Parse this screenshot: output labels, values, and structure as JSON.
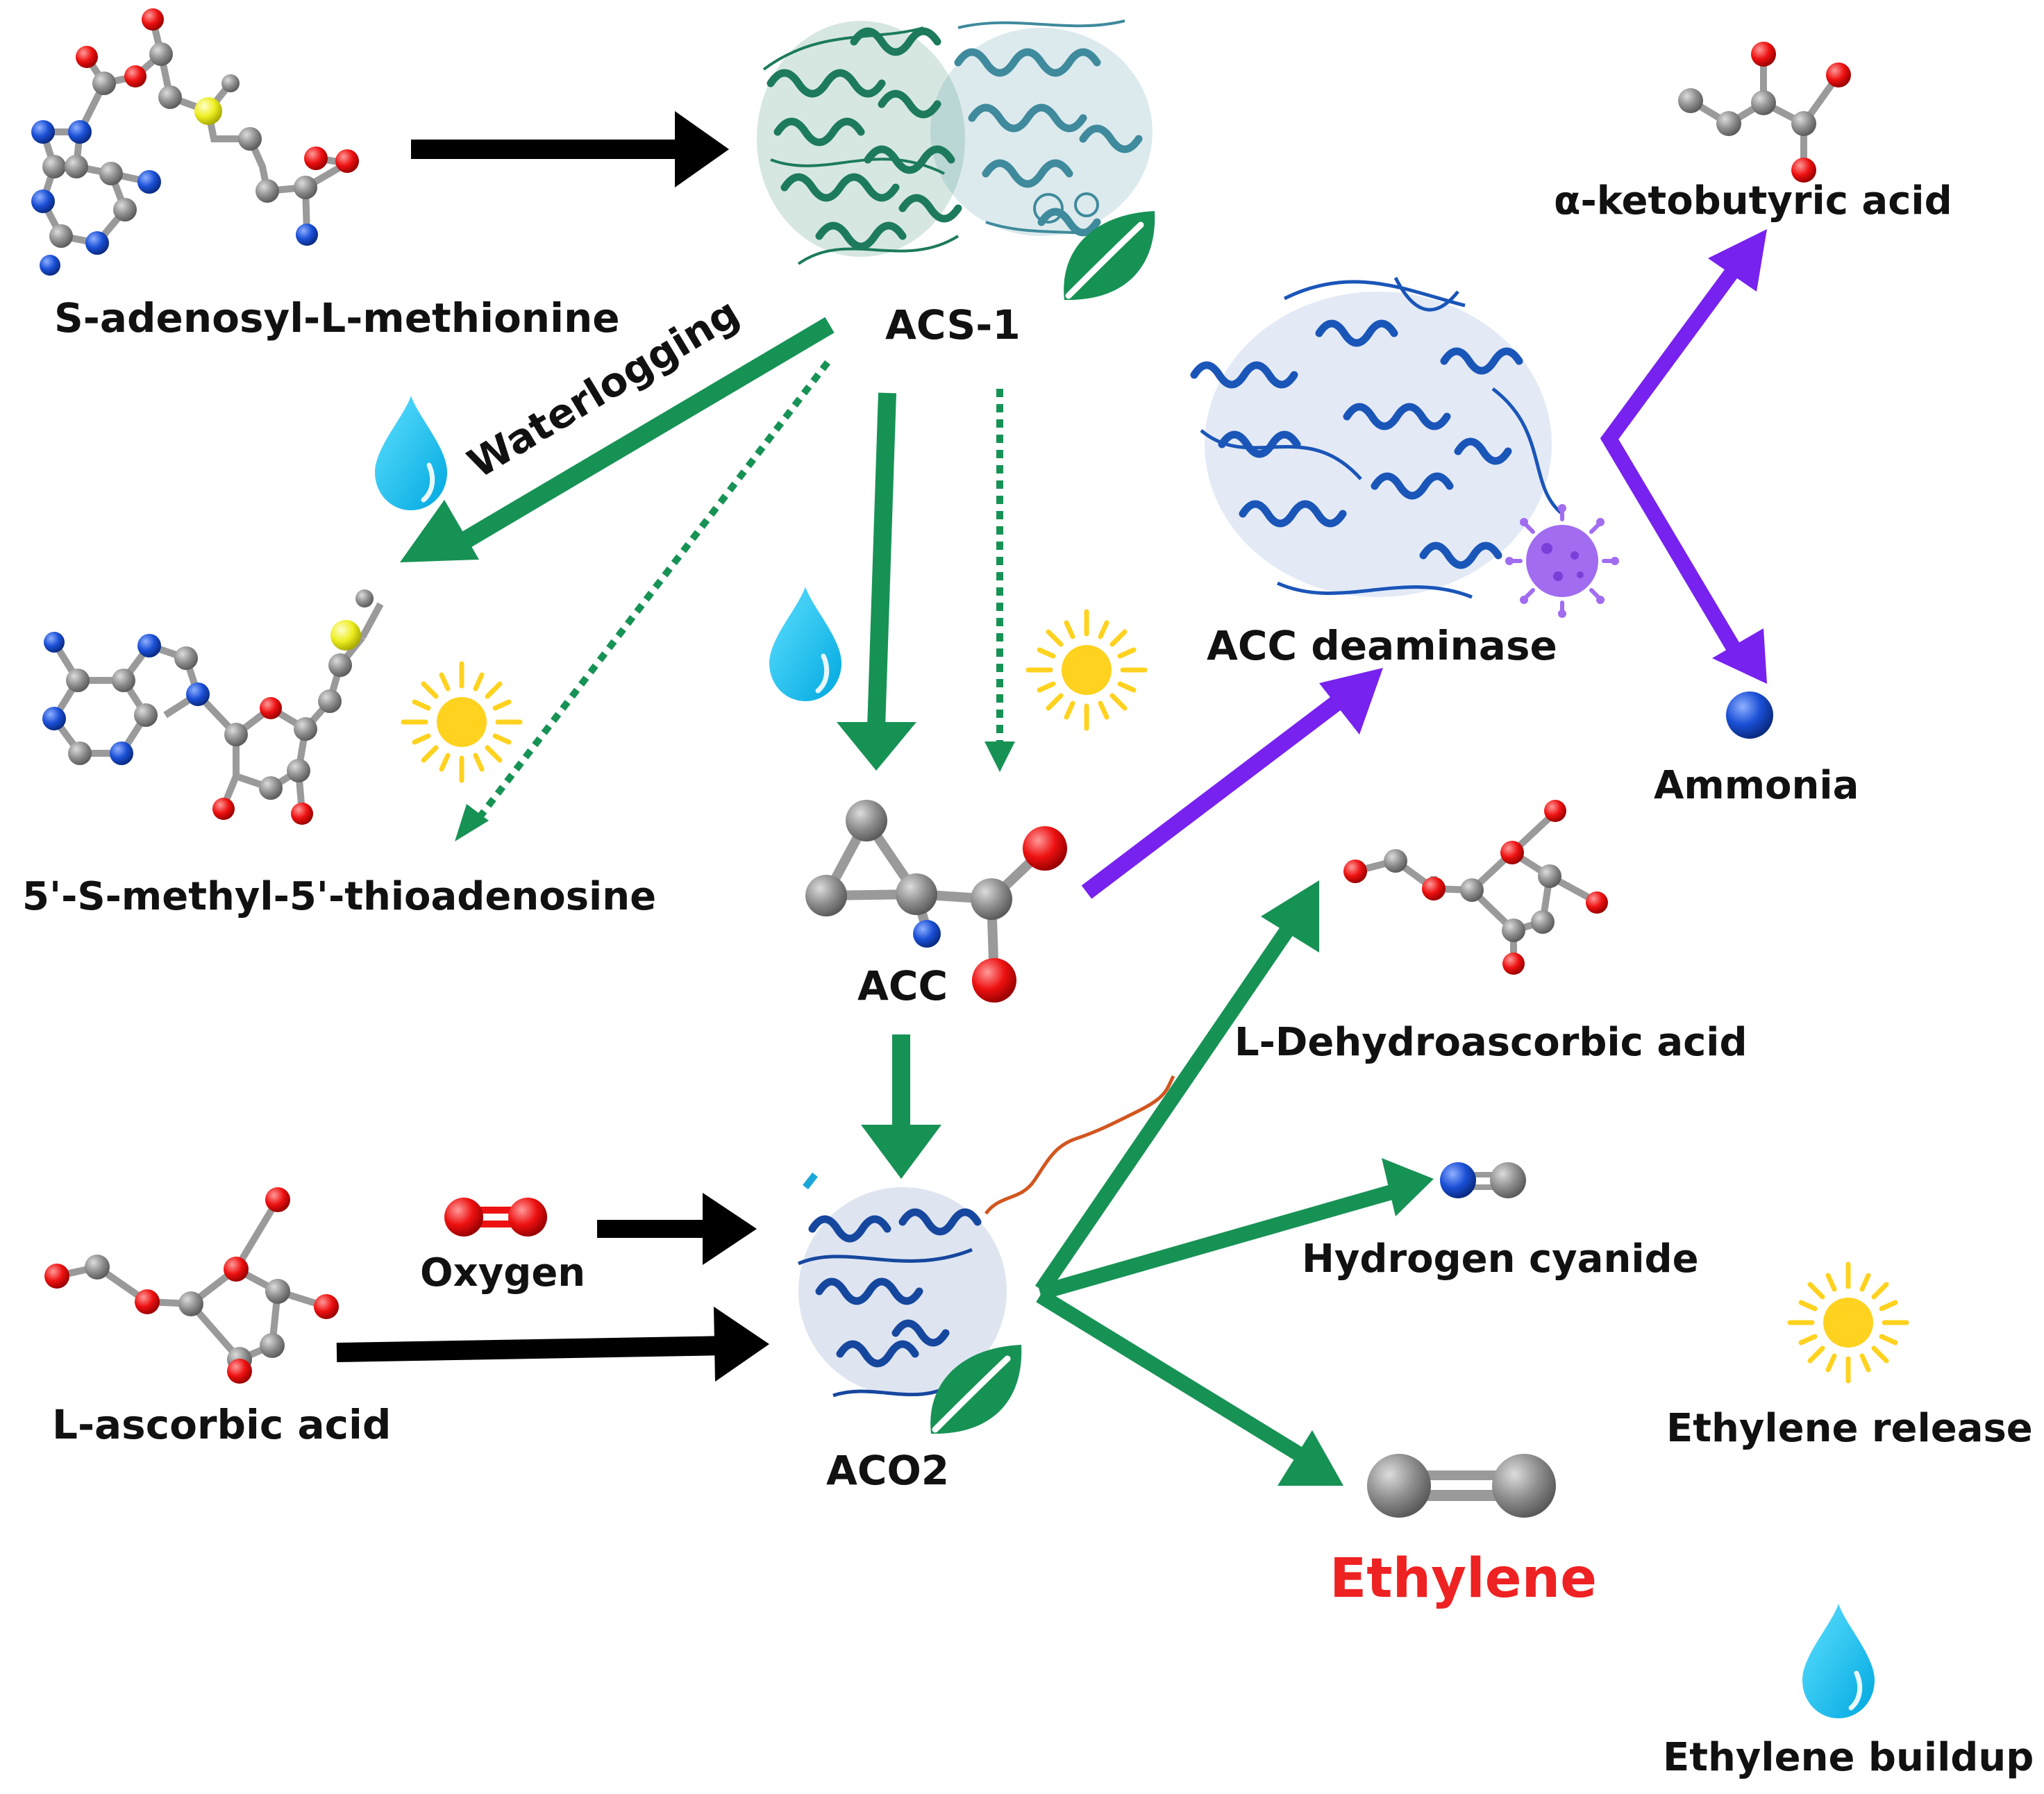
{
  "labels": {
    "sam": "S-adenosyl-L-methionine",
    "acs1": "ACS-1",
    "waterlogging": "Waterlogging",
    "mta": "5'-S-methyl-5'-thioadenosine",
    "acc": "ACC",
    "acc_deaminase": "ACC deaminase",
    "ketobutyric": "α-ketobutyric acid",
    "ammonia": "Ammonia",
    "dehydroascorbic": "L-Dehydroascorbic acid",
    "oxygen": "Oxygen",
    "ascorbic": "L-ascorbic acid",
    "aco2": "ACO2",
    "hcn": "Hydrogen cyanide",
    "ethylene": "Ethylene",
    "legend_release": "Ethylene release",
    "legend_buildup": "Ethylene buildup"
  },
  "colors": {
    "text": "#111111",
    "ethylene_text": "#ee2222",
    "arrow_black": "#000000",
    "arrow_green": "#179255",
    "arrow_purple": "#7722ee",
    "carbon": "#8f8f8f",
    "oxygen": "#ee1111",
    "nitrogen": "#1a4fd6",
    "sulfur": "#eeee22",
    "water_drop": "#00c4f5",
    "sun": "#ffd21f",
    "leaf": "#179255",
    "acs_protein_a": "#1d7a5d",
    "acs_protein_b": "#3f8a9c",
    "deaminase_protein": "#1a55b8",
    "aco2_protein": "#16479e",
    "bacterium": "#a16cf0"
  },
  "icons": [
    "water-drop-icon",
    "sun-icon",
    "leaf-icon",
    "bacterium-icon"
  ]
}
